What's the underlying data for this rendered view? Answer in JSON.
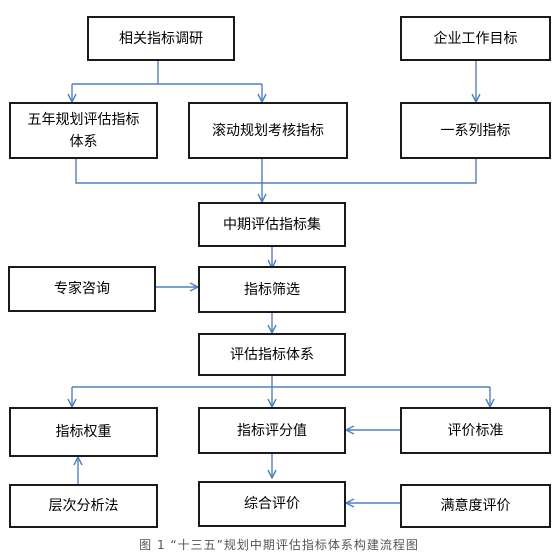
{
  "nodes": {
    "research": "相关指标调研",
    "enterprise_goal": "企业工作目标",
    "five_year": "五年规划评估指标\n体系",
    "rolling": "滚动规划考核指标",
    "series": "一系列指标",
    "midterm_set": "中期评估指标集",
    "expert": "专家咨询",
    "screening": "指标筛选",
    "eval_system": "评估指标体系",
    "weight": "指标权重",
    "score": "指标评分值",
    "standard": "评价标准",
    "ahp": "层次分析法",
    "comprehensive": "综合评价",
    "satisfaction": "满意度评价"
  },
  "caption": "图 1 “十三五”规划中期评估指标体系构建流程图",
  "colors": {
    "arrow": "#4f81bd",
    "border": "#1a1a1a"
  }
}
